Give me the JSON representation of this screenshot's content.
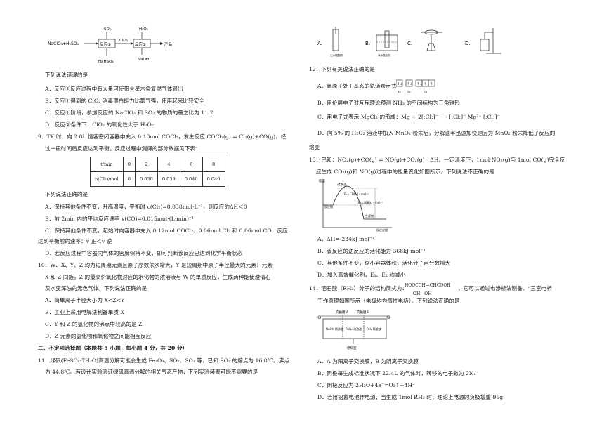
{
  "left": {
    "flow": {
      "feed": "NaClO₃+H₂SO₄",
      "reaction1": "反应①",
      "so2": "SO₂",
      "clo2": "ClO₂",
      "nahso4": "NaHSO₄",
      "reaction2": "反应②",
      "h2o2": "H₂O₂",
      "naoh": "NaOH",
      "product": "产品"
    },
    "q8_prompt": "下列说法错误的是",
    "q8_options": [
      "A．反应②反应过程中有大量可使带火星木条复燃气体冒出",
      "B．反应①得到的 ClO₂ 消毒漂白能力比氯气强，使用起来比较安全",
      "C．反应①阶段，参加反应的 NaClO₃ 和 SO₂ 的物质的量之比为 1：2",
      "D．反应②条件下，ClO₂ 的氧化性大于 H₂O₂"
    ],
    "q9_line1": "9．TK 时，向 2.0L 恒容密闭容器中充入 0.10mol COCl₂，发生反应 COCl₂(g) ⇌ Cl₂(g)+CO(g)，经",
    "q9_line2": "过一段时间后反应达到平衡。反应过程中测得的部分数据见下表：",
    "table": {
      "header": [
        "t/min",
        "0",
        "2",
        "4",
        "6",
        "8"
      ],
      "row": [
        "n(Cl₂)/mol",
        "0",
        "0.030",
        "0.039",
        "0.040",
        "0.040"
      ]
    },
    "q9_prompt": "下列说法正确的是",
    "q9_options": [
      "A．保持其他条件不变，升高温度，平衡时 c(Cl₂)=0.038mol·L⁻¹，则反应的ΔH＜0",
      "B．前 2min 内的平均反应速率 v(CO)=0.015mol·(L·min)⁻¹",
      "C．保持其他条件不变，起始时向容器中充入 0.12mol COCl₂、0.06mol Cl₂ 和 0.06mol CO，反应",
      "达到平衡前的速率：v 正＜v 逆",
      "D．若反应过程中容器内气体的密度保持不变，即可判断该反应已达到化学平衡状态"
    ],
    "q10_lines": [
      "10．W、X、Y、Z 均为短周期元素且原子序数依次增大，Y 是短周期中原子半径最大的元素；元素",
      "X 和 Z 同族，Z 的最高价氧化物对应的水化物的浓溶液与 W 的单质反应，生成两种能使澄清石",
      "灰水变浑浊的无色气体。下列说法正确的是"
    ],
    "q10_options": [
      "A．简单离子半径大小为 X<Z<Y",
      "B．工业上采用电解法制备单质 X",
      "C．Y 和 Z 的氢化物的沸点中较高的是 Z",
      "D．Z 元素的氢化物和氧化物之间能相互反应"
    ],
    "section2": "二、不定项选择题（本题共 5 小题，每小题 4 分，共 20 分）",
    "q11_lines": [
      "11．绿矾(FeSO₄·7H₂O)高温分解可能会生成 Fe₂O₃、SO₂、SO₃ 等，已知 SO₃ 的熔点为 16.8℃，沸点",
      "为 44.8℃。若设计实验验证绿矾高温分解的相关气态产物，下列实验装置可能不需要的是"
    ]
  },
  "right": {
    "apparatus_labels": [
      "A.",
      "B.",
      "C.",
      "D."
    ],
    "apparatus_caption_a": "无水硫酸铜",
    "apparatus_caption_b": "冰水混合物",
    "q12_prompt": "12．下列有关说法正确的是",
    "q12_a": "A．氧原子处于基态的轨道表示式",
    "orbital_arrows": [
      "↑↓",
      "↑↓",
      "↑↓",
      "↑",
      "↑"
    ],
    "orbital_labels": [
      "1s",
      "2s",
      "2p"
    ],
    "q12_b": "B．用价层电子对互斥理论预测 NH₃ 的空间结构为三角锥形",
    "q12_c": "C．用电子式表示 MgCl₂ 的形成：Mg + 2[:Cl:]⁻ ⟶ [:Cl:]⁻ Mg²⁺ [:Cl:]⁻",
    "q12_d": "D．向 5% 的 H₂O₂ 溶液中加入 MnO₂ 粉末后，分解速率迅速加快是因为 MnO₂ 粉末降低了反应的",
    "q12_d2": "焓变",
    "q13_lines": [
      "13．已知：NO₂(g)+CO(g) ⇌ NO(g)+CO₂(g)　ΔH。一定温度下，1mol NO₂(g)与 1mol CO(g)完全反",
      "应生成 CO₂(g)和 NO(g)过程中的能量变化如图所示。下列说法不正确的是"
    ],
    "energy": {
      "ylabel": "能量",
      "ts": "过渡态",
      "e1": "E₁=134 kJ · mol⁻¹",
      "e2": "E₂=368 kJ · mol⁻¹",
      "reactant": "反应物",
      "product": "生成物",
      "xlabel": "反应过程"
    },
    "q13_options": [
      "A．ΔH=-234kJ mol⁻¹",
      "B．该反应的逆反应的活化能为 368kJ mol⁻¹",
      "C．其他条件不变，缩小容器体积，活化分子百分数增大",
      "D．加入高效催化剂，E₁、E₂ 均减小"
    ],
    "q14_line1": "14．酒石酸（RH₂）分子的结构简式为：",
    "q14_struct": "HOOCCH—CHCOOH",
    "q14_oh": "OH　OH",
    "q14_line1b": "，它可以通过电渗析法制备。“三室电析",
    "q14_line2": "工作原理如图所示（电极均为惰性电极）。下列说法正确的是",
    "cell": {
      "membrane_a": "交换膜 A",
      "membrane_b": "交换膜 B",
      "left": "NaOH 稀溶液",
      "mid": "RNa₂ 浓溶液",
      "right": "RH₂ 稀溶液",
      "bottom": "原料室",
      "minus": "⊖",
      "plus": "⊕"
    },
    "q14_options": [
      "A．A 为阳离子交换膜，B 为阴离子交换膜",
      "B．阴极每生成标准状况下 22.4L 的气体时，转移的电子数为 2Nₐ",
      "C．阴极反应为 2H₂O+4e⁻=O₂↑+4H⁺",
      "D．若用铅蓄电池作电源，当生成 1mol RH₂ 时，理论上电源的负极增重 96g"
    ]
  }
}
